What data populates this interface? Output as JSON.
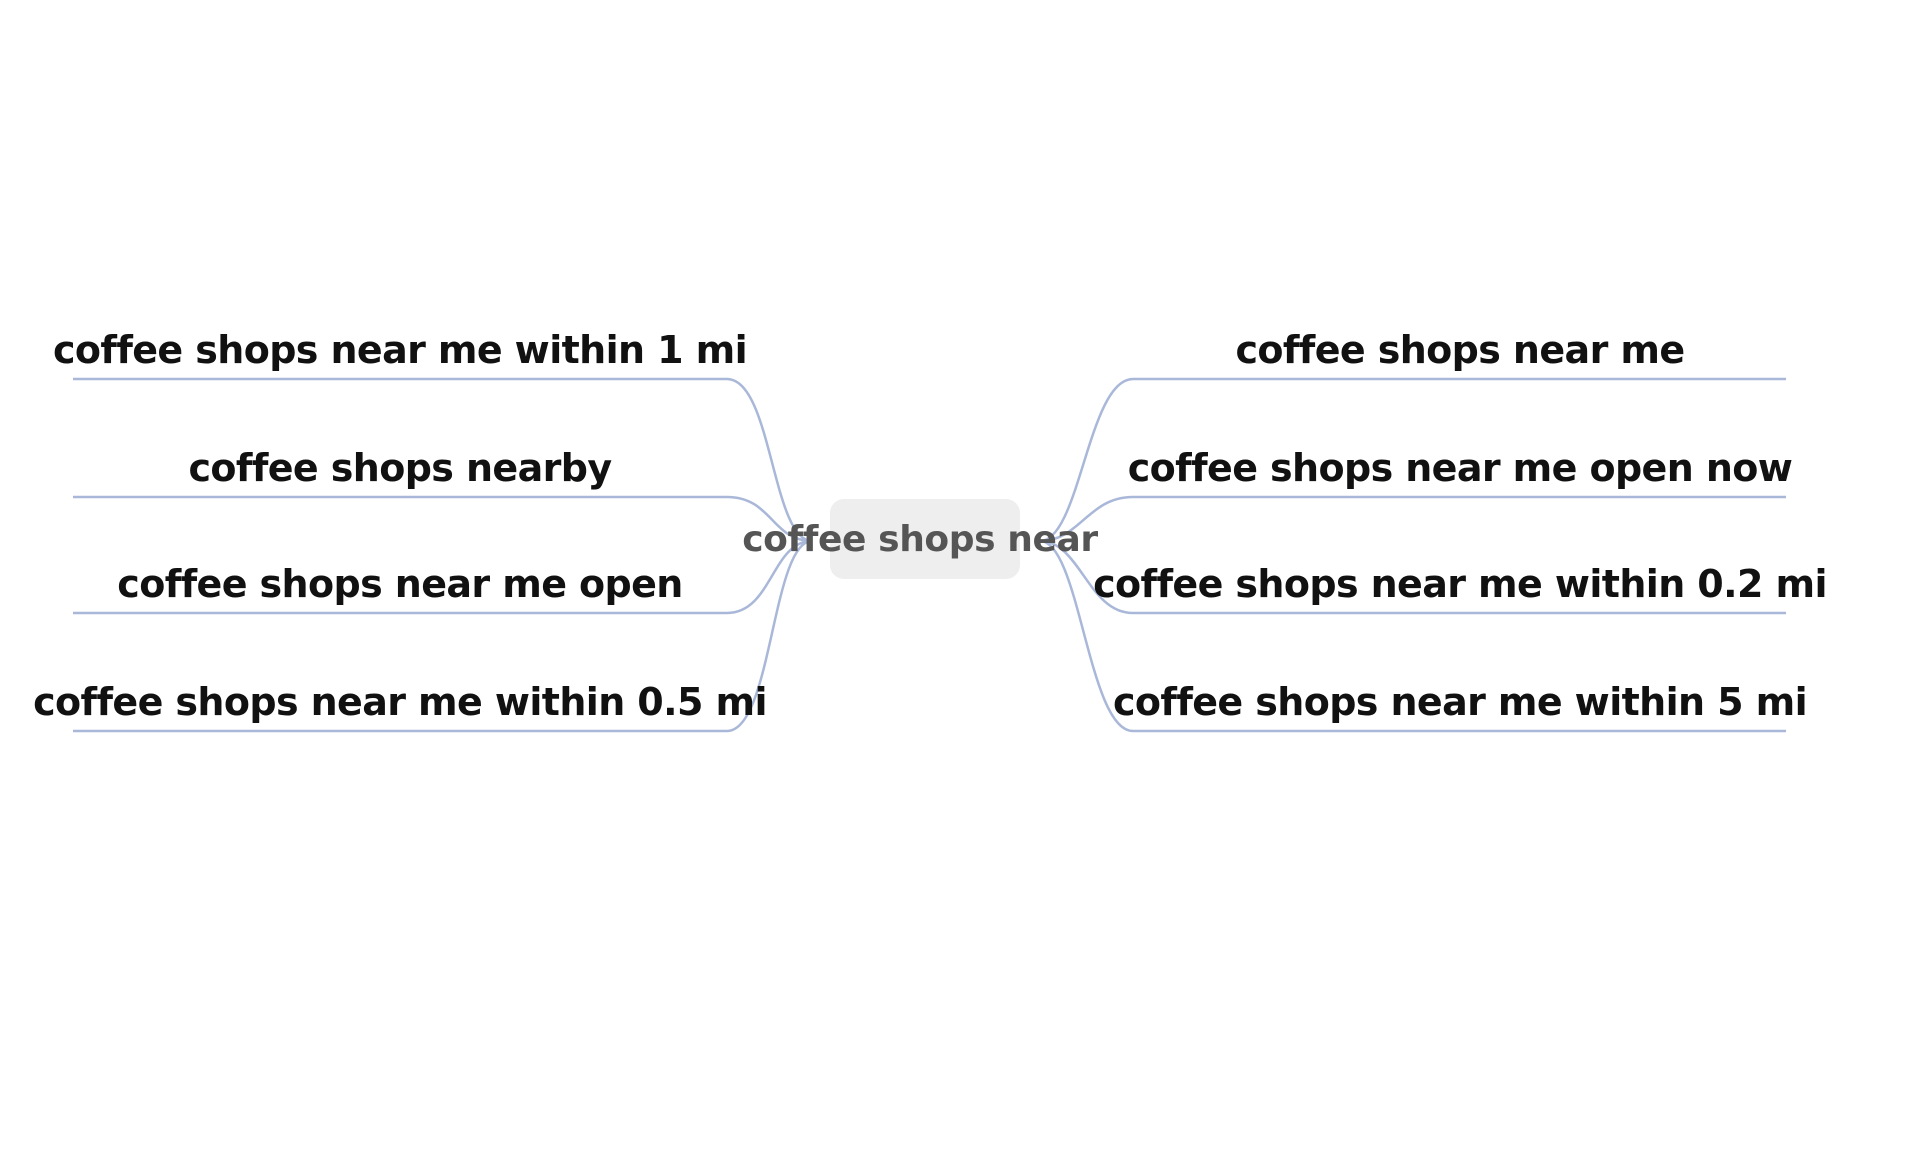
{
  "center": {
    "label": "coffee shops near"
  },
  "branches": {
    "left": [
      "coffee shops near me within 1 mi",
      "coffee shops nearby",
      "coffee shops near me open",
      "coffee shops near me within 0.5 mi"
    ],
    "right": [
      "coffee shops near me",
      "coffee shops near me open now",
      "coffee shops near me within 0.2 mi",
      "coffee shops near me within 5 mi"
    ]
  },
  "colors": {
    "line": "#a9b8d9",
    "center_fill": "#eeeeee",
    "label_text": "#111111",
    "center_text": "#555555"
  }
}
